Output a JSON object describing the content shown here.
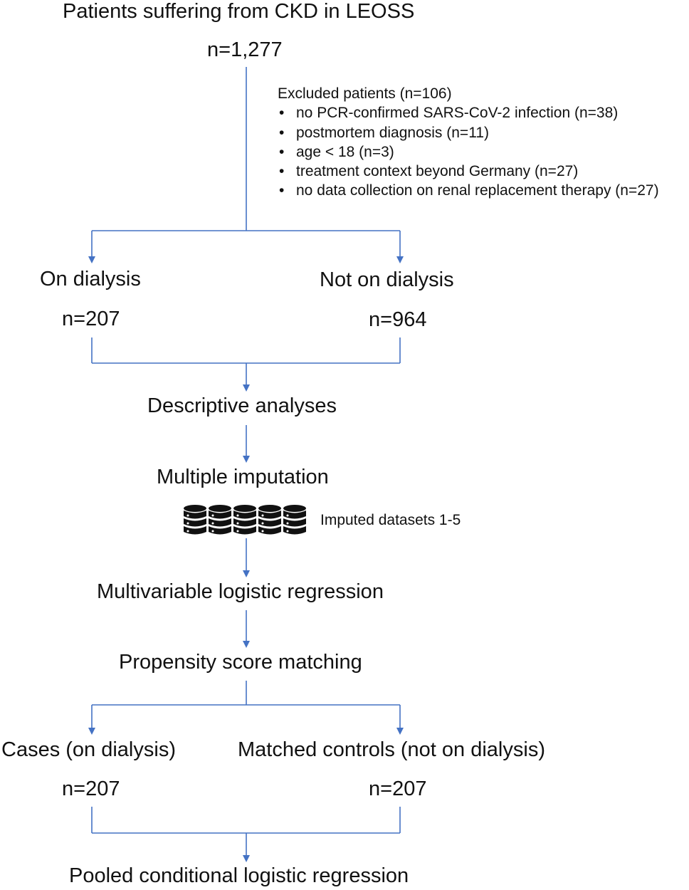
{
  "top": {
    "title": "Patients suffering from CKD in LEOSS",
    "count": "n=1,277"
  },
  "excluded": {
    "heading": "Excluded patients (n=106)",
    "bullet": "•",
    "items": [
      "no PCR-confirmed SARS-CoV-2 infection (n=38)",
      "postmortem diagnosis (n=11)",
      "age < 18 (n=3)",
      "treatment context beyond Germany (n=27)",
      "no data collection on renal replacement therapy (n=27)"
    ]
  },
  "split1": {
    "left": {
      "label": "On dialysis",
      "count": "n=207"
    },
    "right": {
      "label": "Not on dialysis",
      "count": "n=964"
    }
  },
  "steps": {
    "descriptive": "Descriptive analyses",
    "imputation": "Multiple imputation",
    "imputed_label": "Imputed datasets 1-5",
    "multivariable": "Multivariable logistic regression",
    "propensity": "Propensity score matching"
  },
  "split2": {
    "left": {
      "label": "Cases (on dialysis)",
      "count": "n=207"
    },
    "right": {
      "label": "Matched controls (not on dialysis)",
      "count": "n=207"
    }
  },
  "final": "Pooled conditional logistic regression",
  "colors": {
    "line": "#4472c4",
    "text": "#111111",
    "icon": "#111111"
  },
  "icons": [
    "database-icon",
    "database-icon",
    "database-icon",
    "database-icon",
    "database-icon"
  ]
}
